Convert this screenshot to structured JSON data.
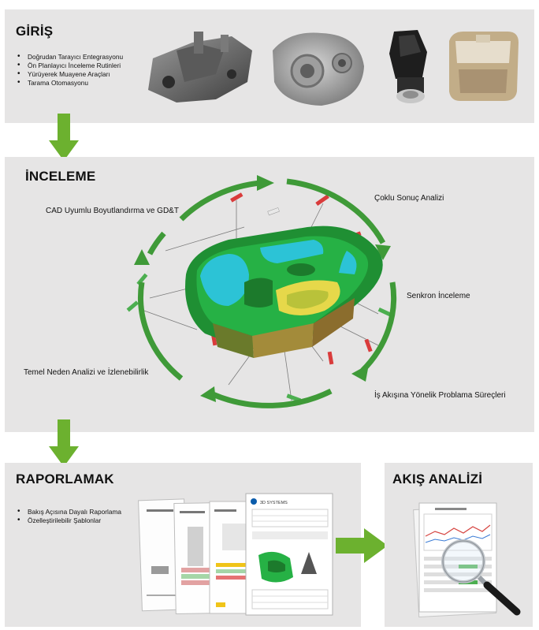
{
  "intro": {
    "title": "GİRİŞ",
    "bullets": [
      "Doğrudan Tarayıcı Entegrasyonu",
      "Ön Planlayıcı İnceleme Rutinleri",
      "Yürüyerek Muayene Araçları",
      "Tarama Otomasyonu"
    ]
  },
  "inspection": {
    "title": "İNCELEME",
    "labels": {
      "cad": "CAD Uyumlu Boyutlandırma ve GD&T",
      "multi_result": "Çoklu Sonuç Analizi",
      "sync": "Senkron İnceleme",
      "root_cause": "Temel Neden Analizi ve İzlenebilirlik",
      "workflow": "İş Akışına Yönelik Problama Süreçleri"
    }
  },
  "reporting": {
    "title": "RAPORLAMAK",
    "bullets": [
      "Bakış Açısına Dayalı Raporlama",
      "Özelleştirilebilir Şablonlar"
    ],
    "doc_brand": "3D SYSTEMS"
  },
  "flow": {
    "title": "AKIŞ ANALİZİ"
  },
  "colors": {
    "panel": "#e6e5e5",
    "arrow_green": "#6cb12f",
    "cycle_green": "#3f9a38",
    "heatmap_green": "#1fa83a",
    "heatmap_cyan": "#2cc3d6",
    "heatmap_yellow": "#e6d84a"
  }
}
